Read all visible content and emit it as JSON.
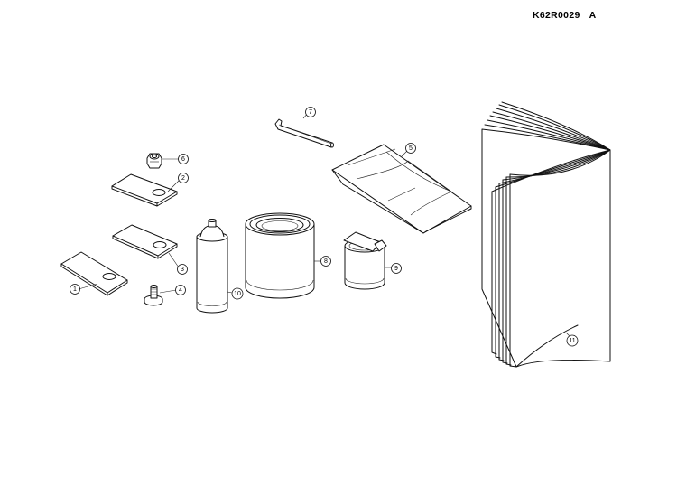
{
  "header": {
    "drawing_code": "K62R0029",
    "revision": "A"
  },
  "parts": [
    {
      "number": "1",
      "icon": "mower-blade-icon"
    },
    {
      "number": "2",
      "icon": "mower-blade-icon"
    },
    {
      "number": "3",
      "icon": "mower-blade-icon"
    },
    {
      "number": "4",
      "icon": "blade-bolt-icon"
    },
    {
      "number": "5",
      "icon": "blade-guard-icon"
    },
    {
      "number": "6",
      "icon": "nut-icon"
    },
    {
      "number": "7",
      "icon": "hex-key-icon"
    },
    {
      "number": "8",
      "icon": "paint-can-icon"
    },
    {
      "number": "9",
      "icon": "touch-up-paint-can-icon"
    },
    {
      "number": "10",
      "icon": "spray-can-icon"
    },
    {
      "number": "11",
      "icon": "manual-booklet-icon"
    }
  ]
}
